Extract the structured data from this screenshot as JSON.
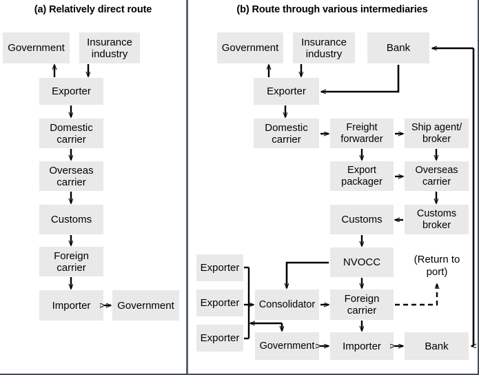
{
  "figure": {
    "panel_a_title": "(a) Relatively direct route",
    "panel_b_title": "(b) Route through various intermediaries",
    "box_fill": "#e9e9e9",
    "line_color": "#000000",
    "divider_color": "#58646e"
  },
  "panel_a": {
    "nodes": [
      {
        "id": "a-government-top",
        "label": "Government"
      },
      {
        "id": "a-insurance-industry",
        "label": "Insurance\nindustry"
      },
      {
        "id": "a-exporter",
        "label": "Exporter"
      },
      {
        "id": "a-domestic-carrier",
        "label": "Domestic\ncarrier"
      },
      {
        "id": "a-overseas-carrier",
        "label": "Overseas\ncarrier"
      },
      {
        "id": "a-customs",
        "label": "Customs"
      },
      {
        "id": "a-foreign-carrier",
        "label": "Foreign\ncarrier"
      },
      {
        "id": "a-importer",
        "label": "Importer"
      },
      {
        "id": "a-government-bottom",
        "label": "Government"
      }
    ],
    "edges": [
      {
        "from": "a-exporter",
        "to": "a-government-top",
        "kind": "arrow-up"
      },
      {
        "from": "a-insurance-industry",
        "to": "a-exporter",
        "kind": "arrow-down"
      },
      {
        "from": "a-exporter",
        "to": "a-domestic-carrier",
        "kind": "arrow-down"
      },
      {
        "from": "a-domestic-carrier",
        "to": "a-overseas-carrier",
        "kind": "arrow-down"
      },
      {
        "from": "a-overseas-carrier",
        "to": "a-customs",
        "kind": "arrow-down"
      },
      {
        "from": "a-customs",
        "to": "a-foreign-carrier",
        "kind": "arrow-down"
      },
      {
        "from": "a-foreign-carrier",
        "to": "a-importer",
        "kind": "arrow-down"
      },
      {
        "from": "a-importer",
        "to": "a-government-bottom",
        "kind": "arrow-both-horizontal"
      }
    ]
  },
  "panel_b": {
    "nodes": [
      {
        "id": "b-government-top",
        "label": "Government"
      },
      {
        "id": "b-insurance-industry",
        "label": "Insurance\nindustry"
      },
      {
        "id": "b-bank-top",
        "label": "Bank"
      },
      {
        "id": "b-exporter",
        "label": "Exporter"
      },
      {
        "id": "b-domestic-carrier",
        "label": "Domestic\ncarrier"
      },
      {
        "id": "b-freight-forwarder",
        "label": "Freight\nforwarder"
      },
      {
        "id": "b-ship-agent-broker",
        "label": "Ship agent/\nbroker"
      },
      {
        "id": "b-export-packager",
        "label": "Export\npackager"
      },
      {
        "id": "b-overseas-carrier",
        "label": "Overseas\ncarrier"
      },
      {
        "id": "b-customs",
        "label": "Customs"
      },
      {
        "id": "b-customs-broker",
        "label": "Customs\nbroker"
      },
      {
        "id": "b-nvocc",
        "label": "NVOCC"
      },
      {
        "id": "b-exporter-1",
        "label": "Exporter"
      },
      {
        "id": "b-exporter-2",
        "label": "Exporter"
      },
      {
        "id": "b-exporter-3",
        "label": "Exporter"
      },
      {
        "id": "b-consolidator",
        "label": "Consolidator"
      },
      {
        "id": "b-foreign-carrier",
        "label": "Foreign\ncarrier"
      },
      {
        "id": "b-government-bottom",
        "label": "Government"
      },
      {
        "id": "b-importer",
        "label": "Importer"
      },
      {
        "id": "b-bank-bottom",
        "label": "Bank"
      }
    ],
    "annotations": [
      {
        "id": "b-return-to-port",
        "label": "(Return to\nport)"
      }
    ],
    "edges": [
      {
        "from": "b-exporter",
        "to": "b-government-top",
        "kind": "arrow-up"
      },
      {
        "from": "b-insurance-industry",
        "to": "b-exporter",
        "kind": "arrow-down"
      },
      {
        "from": "b-bank-top",
        "to": "b-exporter",
        "kind": "elbow-arrow-left"
      },
      {
        "from": "b-bank-bottom",
        "to": "b-bank-top",
        "kind": "elbow-arrow-left-right-rail"
      },
      {
        "from": "b-exporter",
        "to": "b-domestic-carrier",
        "kind": "arrow-down"
      },
      {
        "from": "b-domestic-carrier",
        "to": "b-freight-forwarder",
        "kind": "arrow-right"
      },
      {
        "from": "b-freight-forwarder",
        "to": "b-ship-agent-broker",
        "kind": "arrow-right"
      },
      {
        "from": "b-freight-forwarder",
        "to": "b-export-packager",
        "kind": "arrow-down"
      },
      {
        "from": "b-ship-agent-broker",
        "to": "b-overseas-carrier",
        "kind": "arrow-down"
      },
      {
        "from": "b-export-packager",
        "to": "b-overseas-carrier",
        "kind": "arrow-right"
      },
      {
        "from": "b-overseas-carrier",
        "to": "b-customs-broker",
        "kind": "arrow-down"
      },
      {
        "from": "b-customs-broker",
        "to": "b-customs",
        "kind": "arrow-left"
      },
      {
        "from": "b-customs",
        "to": "b-nvocc",
        "kind": "arrow-down"
      },
      {
        "from": "b-nvocc",
        "to": "b-foreign-carrier",
        "kind": "arrow-down"
      },
      {
        "from": "b-nvocc",
        "to": "b-consolidator",
        "kind": "elbow-arrow-down"
      },
      {
        "from": "b-exporter-2",
        "to": "b-consolidator",
        "kind": "arrow-right"
      },
      {
        "from": "b-exporter-1",
        "to": "b-consolidator",
        "kind": "bracket"
      },
      {
        "from": "b-exporter-3",
        "to": "b-consolidator",
        "kind": "bracket"
      },
      {
        "from": "b-consolidator",
        "to": "b-foreign-carrier",
        "kind": "arrow-right"
      },
      {
        "from": "b-foreign-carrier",
        "to": "b-return-to-port",
        "kind": "dashed-elbow-arrow-up"
      },
      {
        "from": "b-foreign-carrier",
        "to": "b-importer",
        "kind": "arrow-down"
      },
      {
        "from": "b-exporter-bracket",
        "to": "b-government-bottom",
        "kind": "elbow-arrow-down-and-left"
      },
      {
        "from": "b-government-bottom",
        "to": "b-importer",
        "kind": "arrow-both-horizontal"
      },
      {
        "from": "b-importer",
        "to": "b-bank-bottom",
        "kind": "arrow-both-horizontal"
      }
    ]
  }
}
